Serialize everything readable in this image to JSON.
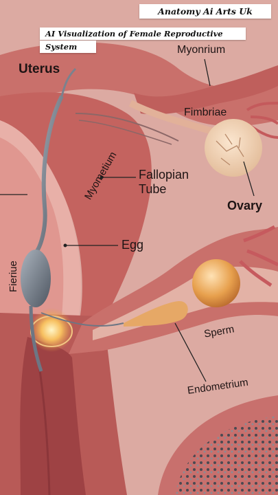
{
  "header": {
    "credit": "Anatomy Ai Arts Uk",
    "title_line1": "AI Visualization of Female Reproductive",
    "title_line2": "System"
  },
  "labels": {
    "uterus": "Uterus",
    "myonrium": "Myonrium",
    "fimbriae": "Fimbriae",
    "myometium": "Myometium",
    "fallopian_line1": "Fallopian",
    "fallopian_line2": "Tube",
    "ovary": "Ovary",
    "egg": "Egg",
    "fieriue": "Fieriue",
    "sperm": "Sperm",
    "endometrium": "Endometrium"
  },
  "colors": {
    "background": "#d9a8a0",
    "tissue": "#c96f6a",
    "tissue_dark": "#a84c4c",
    "cavity": "#e9b4ac",
    "egg": "#e7a04d",
    "sperm": "#6d7684"
  }
}
